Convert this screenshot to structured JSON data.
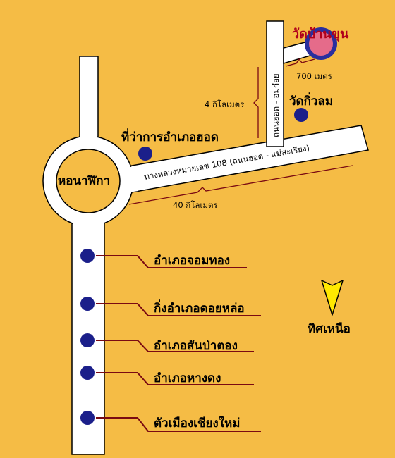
{
  "colors": {
    "background": "#F5BC45",
    "road_fill": "#FFFFFF",
    "road_outline": "#000000",
    "marker": "#1B1F8A",
    "leader_line": "#7A0A12",
    "destination_ring": "#2A2F9E",
    "destination_center": "#E56B8A",
    "destination_text": "#B0001B",
    "north_arrow": "#FFE800"
  },
  "labels": {
    "destination": "วัดบ้านขุน",
    "distance_700m": "700 เมตร",
    "temple_kiwlom": "วัดกิ่วลม",
    "distance_4km": "4 กิโลเมตร",
    "vertical_road": "ถนนฮอด - อมก๋อย",
    "district_office": "ที่ว่าการอำเภอฮอด",
    "main_road": "ทางหลวงหมายเลข 108 (ถนนฮอด - แม่สะเรียง)",
    "roundabout": "หอนาฬิกา",
    "distance_40km": "40 กิโลเมตร",
    "north": "ทิศเหนือ"
  },
  "south_road_places": [
    "อำเภอจอมทอง",
    "กิ่งอำเภอดอยหล่อ",
    "อำเภอสันป่าตอง",
    "อำเภอหางดง",
    "ตัวเมืองเชียงใหม่"
  ],
  "icons": {
    "marker": "circle-marker-icon",
    "destination": "destination-target-icon",
    "north": "north-arrow-icon"
  }
}
